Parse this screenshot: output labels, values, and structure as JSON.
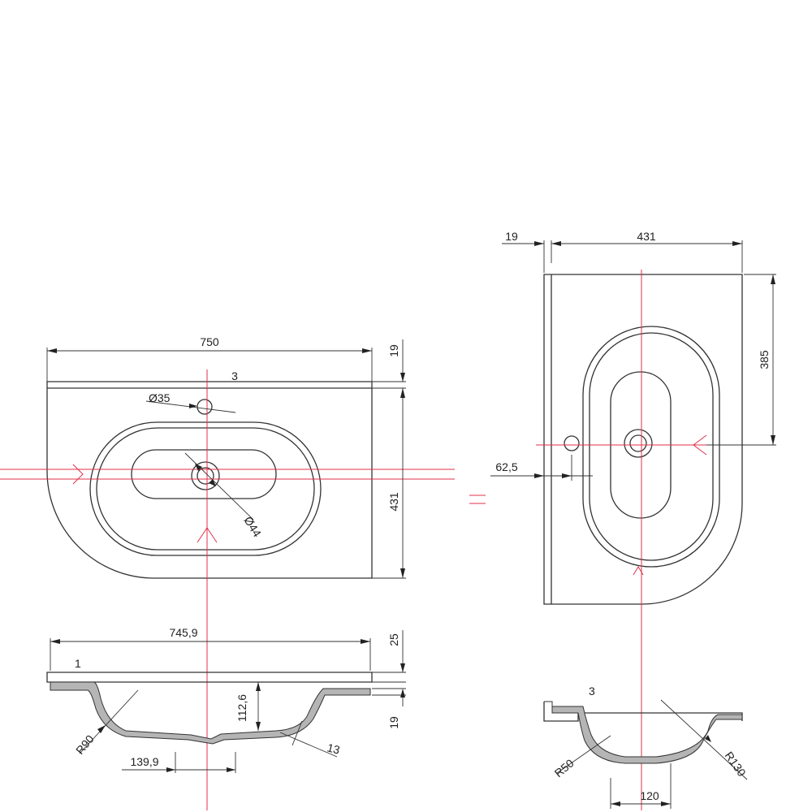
{
  "drawing": {
    "top_view": {
      "width": "750",
      "depth": "431",
      "rim": "19",
      "edge": "3",
      "tap_hole": "Ø35",
      "drain": "Ø44"
    },
    "front_section": {
      "width": "745,9",
      "top": "25",
      "bottom": "19",
      "bowl_depth": "112,6",
      "radius": "R90",
      "drain_offset": "139,9",
      "wall": "13",
      "label": "1"
    },
    "side_view": {
      "rim": "19",
      "depth": "431",
      "axis": "385",
      "offset": "62,5"
    },
    "side_section": {
      "label": "3",
      "radius_small": "R50",
      "radius_large": "R130",
      "drain_width": "120"
    }
  }
}
